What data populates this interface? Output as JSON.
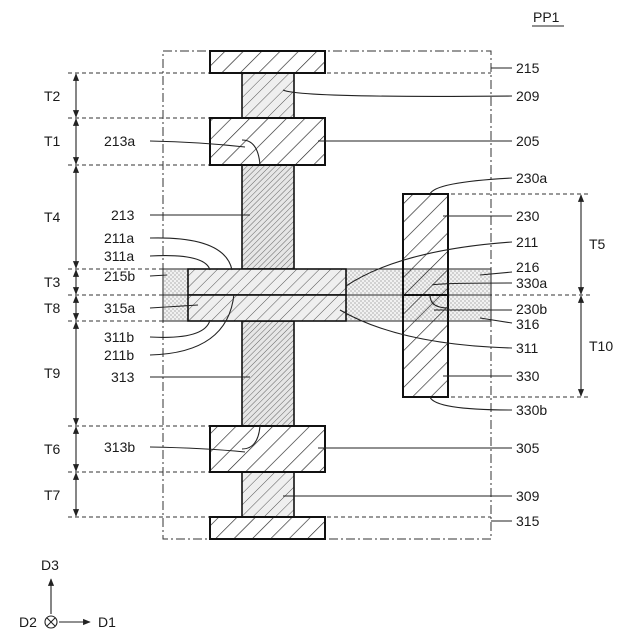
{
  "figure_label": "PP1",
  "labels": {
    "n215": "215",
    "n209": "209",
    "n205": "205",
    "n213a": "213a",
    "n230a": "230a",
    "n230": "230",
    "n213": "213",
    "n211a": "211a",
    "n211": "211",
    "n311a": "311a",
    "n216": "216",
    "n215b": "215b",
    "n330a": "330a",
    "n230b": "230b",
    "n315a": "315a",
    "n316": "316",
    "n311b": "311b",
    "n211b": "211b",
    "n311": "311",
    "n313": "313",
    "n330": "330",
    "n330b": "330b",
    "n313b": "313b",
    "n305": "305",
    "n309": "309",
    "n315": "315"
  },
  "dimensions": {
    "T1": "T1",
    "T2": "T2",
    "T3": "T3",
    "T4": "T4",
    "T5": "T5",
    "T6": "T6",
    "T7": "T7",
    "T8": "T8",
    "T9": "T9",
    "T10": "T10"
  },
  "axes": {
    "d1": "D1",
    "d2": "D2",
    "d3": "D3"
  }
}
